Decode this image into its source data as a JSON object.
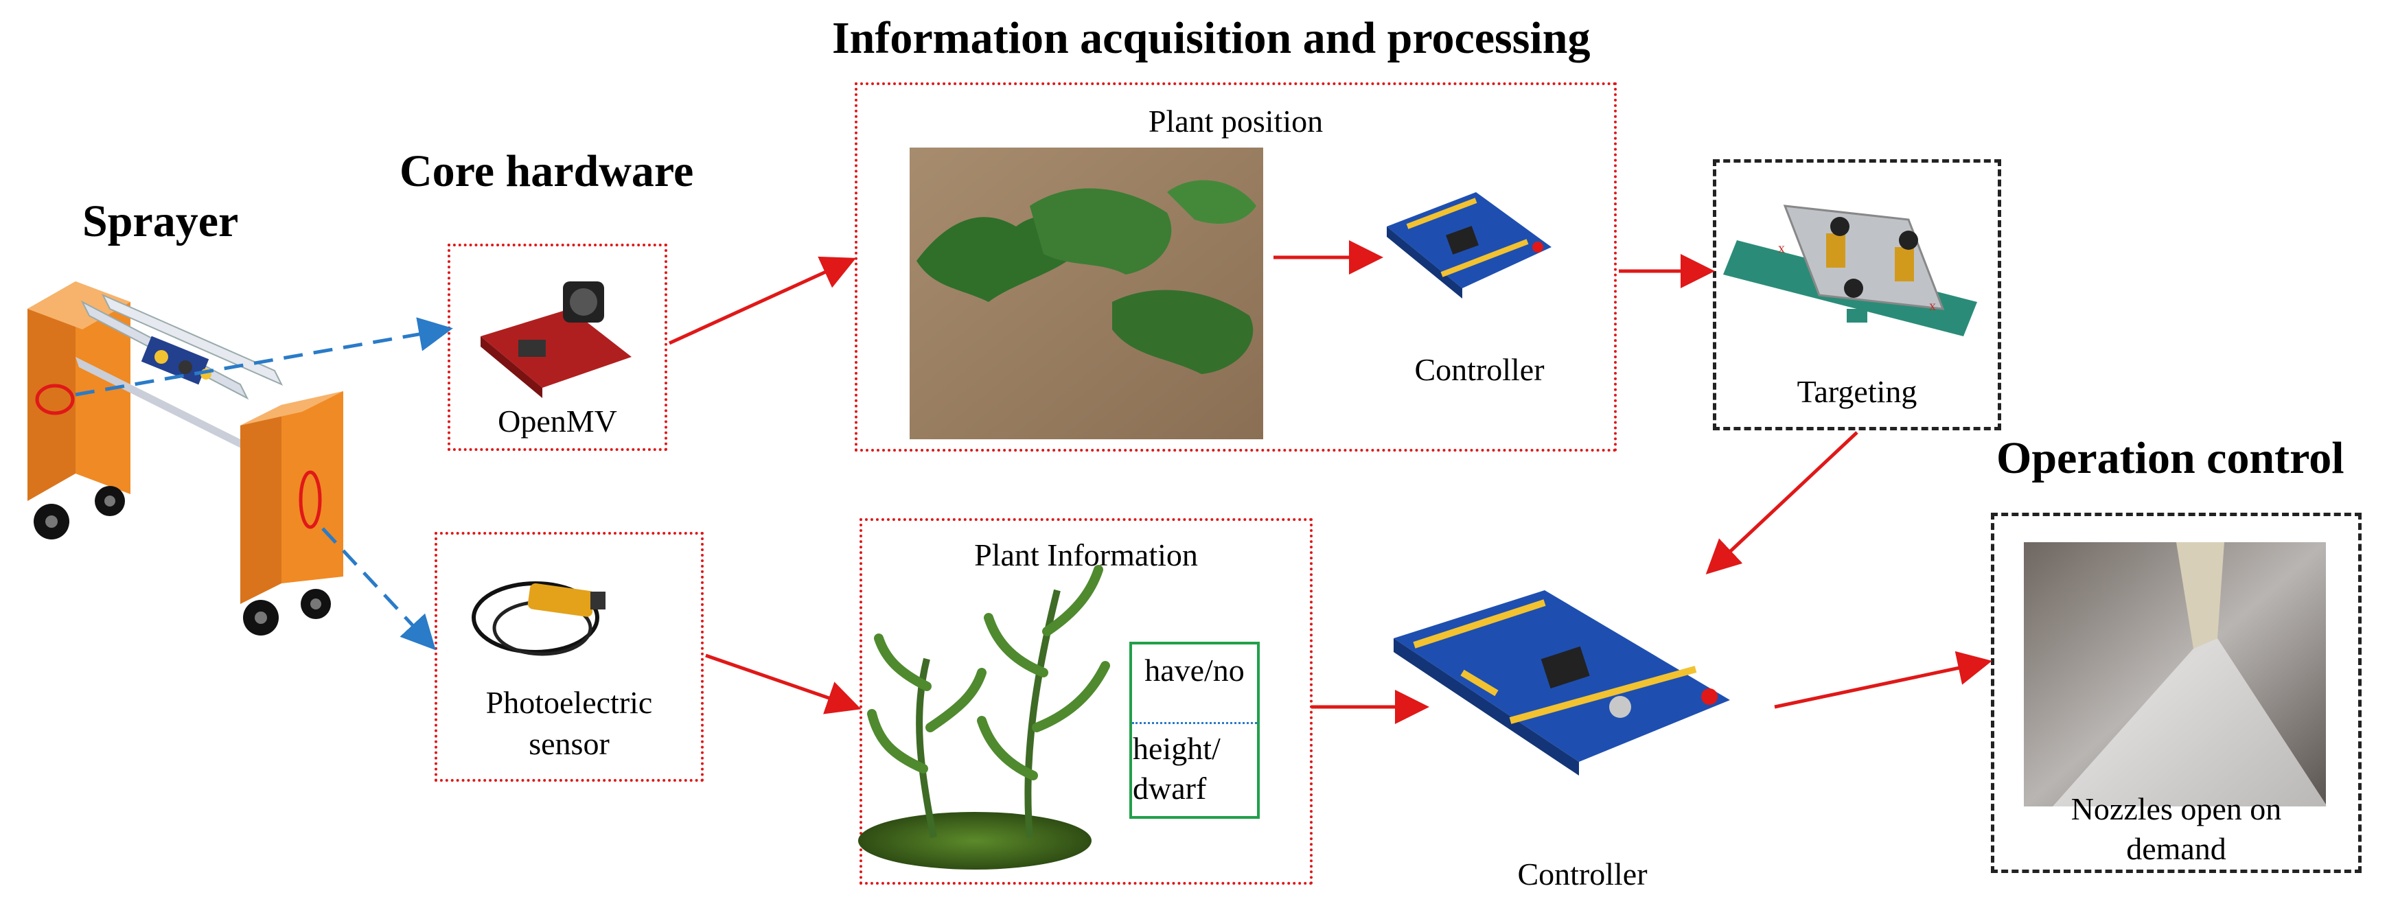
{
  "headings": {
    "sprayer": "Sprayer",
    "core_hardware": "Core hardware",
    "info_acquisition": "Information acquisition and processing",
    "operation_control": "Operation control"
  },
  "labels": {
    "openmv": "OpenMV",
    "photoelectric_1": "Photoelectric",
    "photoelectric_2": "sensor",
    "plant_position": "Plant position",
    "plant_information": "Plant Information",
    "controller_top": "Controller",
    "controller_bottom": "Controller",
    "targeting": "Targeting",
    "have_no": "have/no",
    "height_1": "height/",
    "height_2": "dwarf",
    "nozzles_1": "Nozzles open on",
    "nozzles_2": "demand"
  },
  "colors": {
    "arrow_red": "#e01818",
    "arrow_blue": "#2a7bc8",
    "sprayer_orange": "#f08a24",
    "board_blue": "#1e4fb0",
    "box_green": "#22a04a"
  }
}
